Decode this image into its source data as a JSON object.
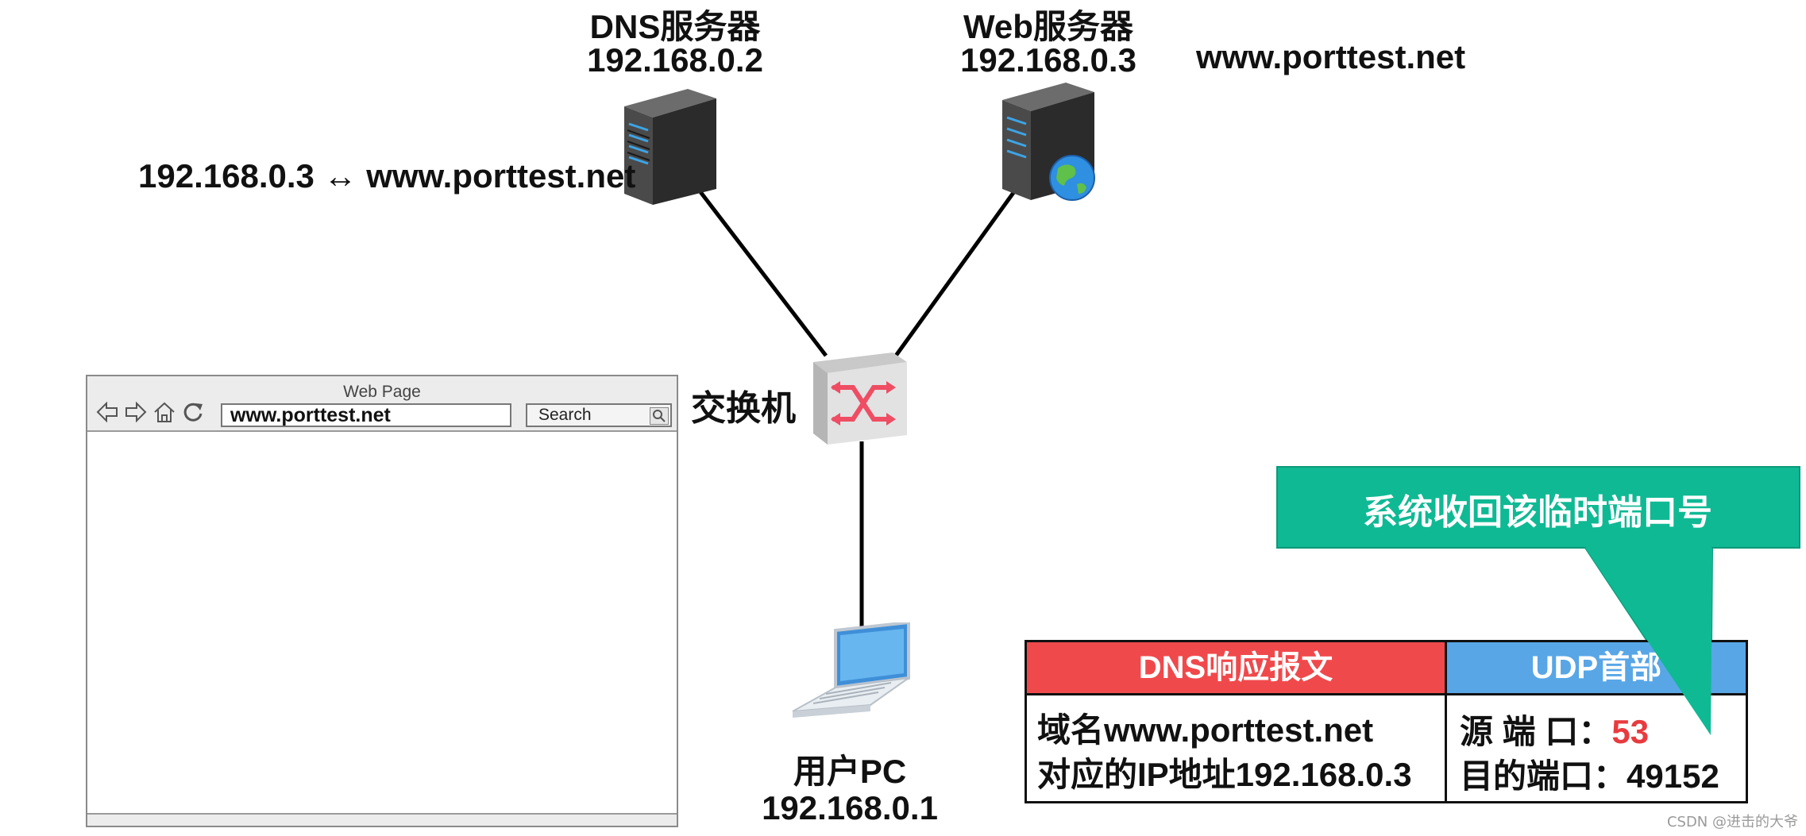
{
  "dns_server": {
    "name": "DNS服务器",
    "ip": "192.168.0.2"
  },
  "dns_mapping": "192.168.0.3 ↔ www.porttest.net",
  "web_server": {
    "name": "Web服务器",
    "ip": "192.168.0.3",
    "domain": "www.porttest.net"
  },
  "switch": {
    "label": "交换机"
  },
  "user_pc": {
    "name": "用户PC",
    "ip": "192.168.0.1"
  },
  "browser": {
    "title": "Web Page",
    "url": "www.porttest.net",
    "search_placeholder": "Search"
  },
  "callout": {
    "text": "系统收回该临时端口号",
    "color": "#0fb994"
  },
  "packet": {
    "dns_header": "DNS响应报文",
    "udp_header": "UDP首部",
    "dns_line1": "域名www.porttest.net",
    "dns_line2": "对应的IP地址192.168.0.3",
    "src_port_label": "源 端 口：",
    "src_port": "53",
    "dst_port_label": "目的端口：",
    "dst_port": "49152",
    "dns_header_color": "#f0494c",
    "udp_header_color": "#58a6e6"
  },
  "watermark": "CSDN @进击的大爷"
}
